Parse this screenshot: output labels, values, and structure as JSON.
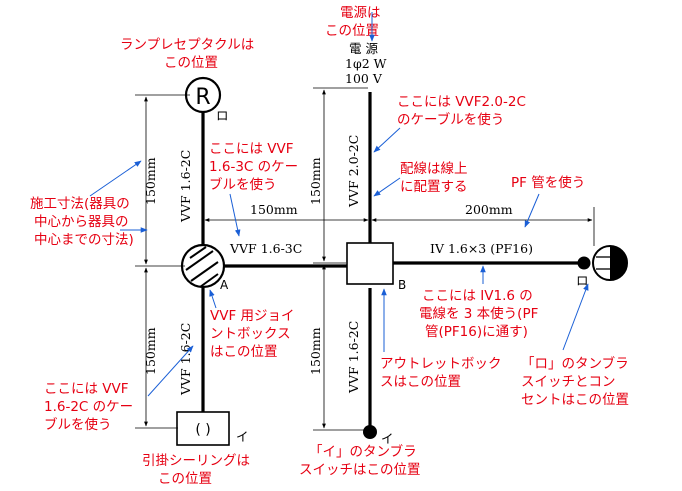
{
  "callouts": {
    "power_location": [
      "電源は",
      "この位置"
    ],
    "receptacle_location": [
      "ランプレセプタクルは",
      "この位置"
    ],
    "vvf20_cable": [
      "ここには VVF2.0-2C",
      "のケーブルを使う"
    ],
    "vvf16_3c_cable": [
      "ここには VVF",
      "1.6-3C のケー",
      "ブルを使う"
    ],
    "wiring_on_line": [
      "配線は線上",
      "に配置する"
    ],
    "pf_conduit": [
      "PF 管を使う"
    ],
    "construction_dims": [
      "施工寸法(器具の",
      "中心から器具の",
      "中心までの寸法)"
    ],
    "iv_wire": [
      "ここには IV1.6 の",
      "電線を 3 本使う(PF",
      "管(PF16)に通す)"
    ],
    "joint_box": [
      "VVF 用ジョイ",
      "ントボックス",
      "はこの位置"
    ],
    "outlet_box": [
      "アウトレットボック",
      "スはこの位置"
    ],
    "ro_switch": [
      "「ロ」のタンブラ",
      "スイッチとコン",
      "セントはこの位置"
    ],
    "vvf16_2c_cable": [
      "ここには VVF",
      "1.6-2C のケー",
      "ブルを使う"
    ],
    "ceiling_location": [
      "引掛シーリングは",
      "この位置"
    ],
    "i_switch": [
      "「イ」のタンブラ",
      "スイッチはこの位置"
    ]
  },
  "power_source": [
    "電 源",
    "1φ2 W",
    "100 V"
  ],
  "wire_labels": {
    "top_left": "VVF 1.6-2C",
    "top_right": "VVF 2.0-2C",
    "bottom_left": "VVF 1.6-2C",
    "bottom_right": "VVF 1.6-2C",
    "middle": "VVF 1.6-3C",
    "right": "IV 1.6×3 (PF16)"
  },
  "dimensions": {
    "top_left_vertical": "150mm",
    "top_right_vertical": "150mm",
    "bottom_left_vertical": "150mm",
    "bottom_right_vertical": "150mm",
    "horizontal_left": "150mm",
    "horizontal_right": "200mm"
  },
  "markers": {
    "receptacle_symbol": "R",
    "receptacle_tag": "ロ",
    "joint_box_tag": "A",
    "outlet_box_tag": "B",
    "ceiling_symbol": "( )",
    "ceiling_tag": "イ",
    "i_switch_tag": "イ",
    "ro_switch_tag": "ロ"
  },
  "colors": {
    "callout_text": "#e60012",
    "leader_arrow": "#1a5fd6",
    "drawing": "#000000"
  }
}
